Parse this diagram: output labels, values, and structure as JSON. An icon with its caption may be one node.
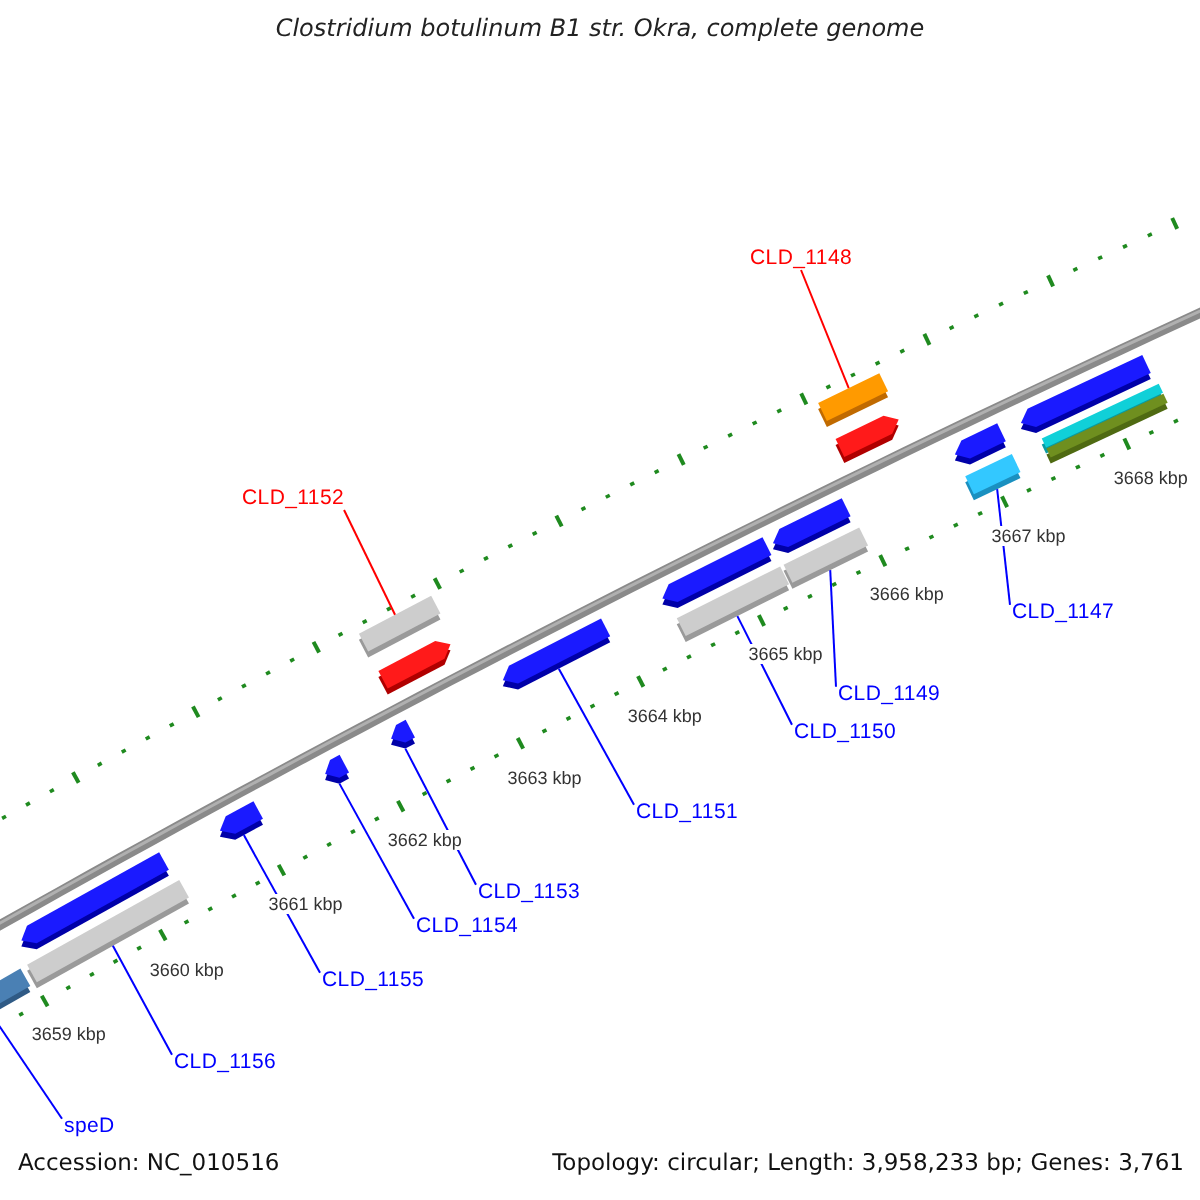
{
  "diagram": {
    "title": "Clostridium botulinum B1 str. Okra, complete genome",
    "nodes": [
      {
        "text": [
          "CLD_1148"
        ]
      },
      {
        "text": [],
        "shape": "bar"
      },
      {
        "text": [],
        "shape": "pentagon"
      },
      {
        "text": [
          "CLD_1152"
        ]
      },
      {
        "text": [],
        "shape": "bar"
      },
      {
        "text": [],
        "shape": "pentagon"
      },
      {
        "text": [],
        "shape": "pentagon"
      },
      {
        "text": [],
        "shape": "bar"
      },
      {
        "text": [],
        "shape": "bar"
      },
      {
        "text": [],
        "shape": "pentagon"
      },
      {
        "text": [],
        "shape": "bar"
      },
      {
        "text": [
          "CLD_1147"
        ]
      },
      {
        "text": [],
        "shape": "pentagon"
      },
      {
        "text": [],
        "shape": "bar"
      },
      {
        "text": [
          "CLD_1149"
        ]
      },
      {
        "text": [],
        "shape": "pentagon"
      },
      {
        "text": [],
        "shape": "bar"
      },
      {
        "text": [
          "CLD_1150"
        ]
      },
      {
        "text": [],
        "shape": "pentagon"
      },
      {
        "text": [
          "CLD_1151"
        ]
      },
      {
        "text": [],
        "shape": "pentagon"
      },
      {
        "text": [
          "CLD_1153"
        ]
      },
      {
        "text": [],
        "shape": "pentagon"
      },
      {
        "text": [
          "CLD_1154"
        ]
      },
      {
        "text": [],
        "shape": "pentagon"
      },
      {
        "text": [
          "CLD_1155"
        ]
      },
      {
        "text": [],
        "shape": "pentagon"
      },
      {
        "text": [],
        "shape": "bar"
      },
      {
        "text": [
          "CLD_1156"
        ]
      },
      {
        "text": [],
        "shape": "bar"
      },
      {
        "text": [
          "speD"
        ]
      }
    ],
    "edges": [
      {
        "from": 0,
        "to": 1,
        "arrow": "none",
        "color": "#ff0000"
      },
      {
        "from": 3,
        "to": 4,
        "arrow": "none",
        "color": "#ff0000"
      },
      {
        "from": 11,
        "to": 10,
        "arrow": "none"
      },
      {
        "from": 14,
        "to": 13,
        "arrow": "none"
      },
      {
        "from": 17,
        "to": 16,
        "arrow": "none"
      },
      {
        "from": 19,
        "to": 18,
        "arrow": "none"
      },
      {
        "from": 21,
        "to": 20,
        "arrow": "none"
      },
      {
        "from": 23,
        "to": 22,
        "arrow": "none"
      },
      {
        "from": 25,
        "to": 24,
        "arrow": "none"
      },
      {
        "from": 28,
        "to": 27,
        "arrow": "none"
      },
      {
        "from": 30,
        "to": 29,
        "arrow": "none"
      }
    ],
    "labels": [
      "3668 kbp",
      "3667 kbp",
      "3666 kbp",
      "3665 kbp",
      "3664 kbp",
      "3663 kbp",
      "3662 kbp",
      "3661 kbp",
      "3660 kbp",
      "3659 kbp",
      "Accession: NC_010516",
      "Topology: circular; Length: 3,958,233 bp; Genes: 3,761"
    ]
  }
}
